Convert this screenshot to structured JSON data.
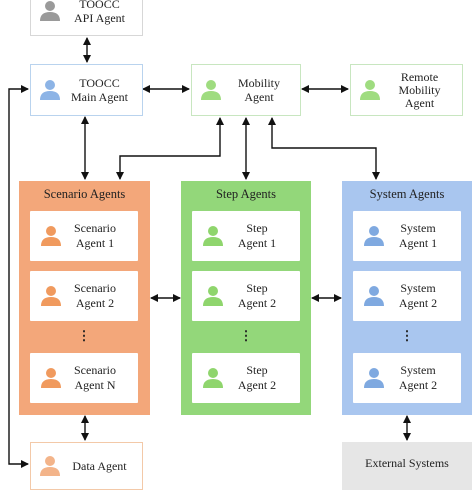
{
  "colors": {
    "agent_box_border_blue": "#b9d3ee",
    "agent_box_border_green": "#c8e6c0",
    "agent_box_border_orange": "#f3c9a8",
    "scenario_group": "#f3a77a",
    "step_group": "#93d77a",
    "system_group": "#a9c6ef",
    "icon_blue": "#7fa9e0",
    "icon_green": "#8fd56d",
    "icon_orange": "#f09a5e",
    "icon_gray": "#9a9a9a",
    "external_box": "#e6e6e6"
  },
  "top_agents": {
    "api": {
      "line1": "TOOCC",
      "line2": "API Agent",
      "icon": "gray-person-icon"
    },
    "main": {
      "line1": "TOOCC",
      "line2": "Main Agent",
      "icon": "blue-person-icon"
    },
    "mobility": {
      "line1": "Mobility",
      "line2": "Agent",
      "icon": "green-person-icon"
    },
    "remote": {
      "line1": "Remote",
      "line2": "Mobility",
      "line3": "Agent",
      "icon": "green-person-icon"
    }
  },
  "groups": {
    "scenario": {
      "title": "Scenario Agents",
      "items": [
        {
          "line1": "Scenario",
          "line2": "Agent 1"
        },
        {
          "line1": "Scenario",
          "line2": "Agent 2"
        },
        {
          "line1": "Scenario",
          "line2": "Agent N"
        }
      ],
      "ellipsis": "⋮"
    },
    "step": {
      "title": "Step Agents",
      "items": [
        {
          "line1": "Step",
          "line2": "Agent 1"
        },
        {
          "line1": "Step",
          "line2": "Agent 2"
        },
        {
          "line1": "Step",
          "line2": "Agent 2"
        }
      ],
      "ellipsis": "⋮"
    },
    "system": {
      "title": "System Agents",
      "items": [
        {
          "line1": "System",
          "line2": "Agent 1"
        },
        {
          "line1": "System",
          "line2": "Agent 2"
        },
        {
          "line1": "System",
          "line2": "Agent 2"
        }
      ],
      "ellipsis": "⋮"
    }
  },
  "bottom": {
    "data_agent": "Data Agent",
    "external_systems": "External Systems"
  }
}
